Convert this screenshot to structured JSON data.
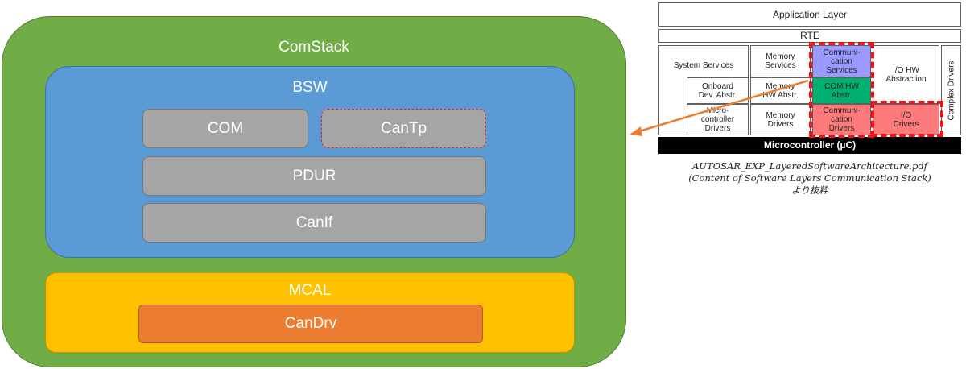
{
  "stack": {
    "comstack": "ComStack",
    "bsw": "BSW",
    "com": "COM",
    "cantp": "CanTp",
    "pdur": "PDUR",
    "canif": "CanIf",
    "mcal": "MCAL",
    "candrv": "CanDrv"
  },
  "reference": {
    "application_layer": "Application Layer",
    "rte": "RTE",
    "system_services": "System Services",
    "memory_services": "Memory\nServices",
    "communication_services": "Communi-\ncation\nServices",
    "io_hw_abstraction": "I/O HW\nAbstraction",
    "complex_drivers": "Complex Drivers",
    "onboard_dev_abstr": "Onboard\nDev. Abstr.",
    "memory_hw_abstr": "Memory\nHW Abstr.",
    "com_hw_abstr": "COM HW\nAbstr.",
    "microcontroller_drivers": "Micro-\ncontroller\nDrivers",
    "memory_drivers": "Memory\nDrivers",
    "communication_drivers": "Communi-\ncation\nDrivers",
    "io_drivers": "I/O\nDrivers",
    "microcontroller": "Microcontroller (µC)"
  },
  "caption": {
    "line1": "AUTOSAR_EXP_LayeredSoftwareArchitecture.pdf",
    "line2": "(Content of Software Layers Communication Stack)",
    "line3": "より抜粋"
  },
  "colors": {
    "comstack": "#70ad47",
    "bsw": "#5b9bd5",
    "modules": "#a5a5a5",
    "mcal": "#ffc000",
    "candrv": "#ed7d31",
    "communication_services": "#9999ff",
    "com_hw_abstr": "#00b070",
    "communication_drivers": "#ff7b7b",
    "highlight_dash": "#e8141c",
    "arrow": "#ed7d31"
  }
}
